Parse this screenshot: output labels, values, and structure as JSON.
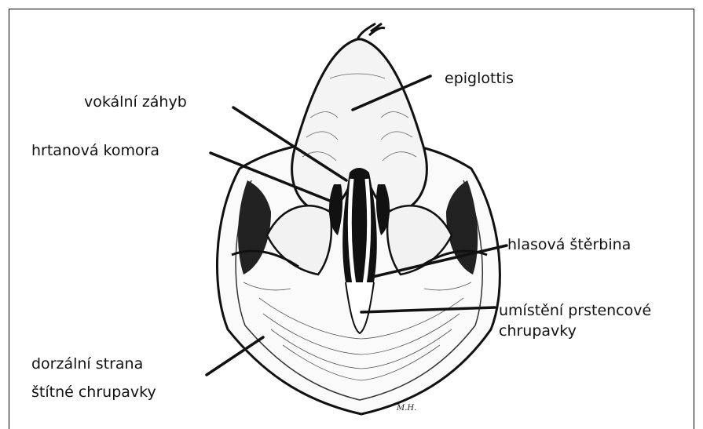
{
  "labels": {
    "epiglottis": "epiglottis",
    "vocal_fold": "vokální záhyb",
    "laryngeal_ventricle": "hrtanová komora",
    "glottis": "hlasová štěrbina",
    "cricoid_location_line1": "umístění prstencové",
    "cricoid_location_line2": "chrupavky",
    "thyroid_dorsal_line1": "dorzální strana",
    "thyroid_dorsal_line2": "štítné chrupavky"
  },
  "signature": "M.H."
}
